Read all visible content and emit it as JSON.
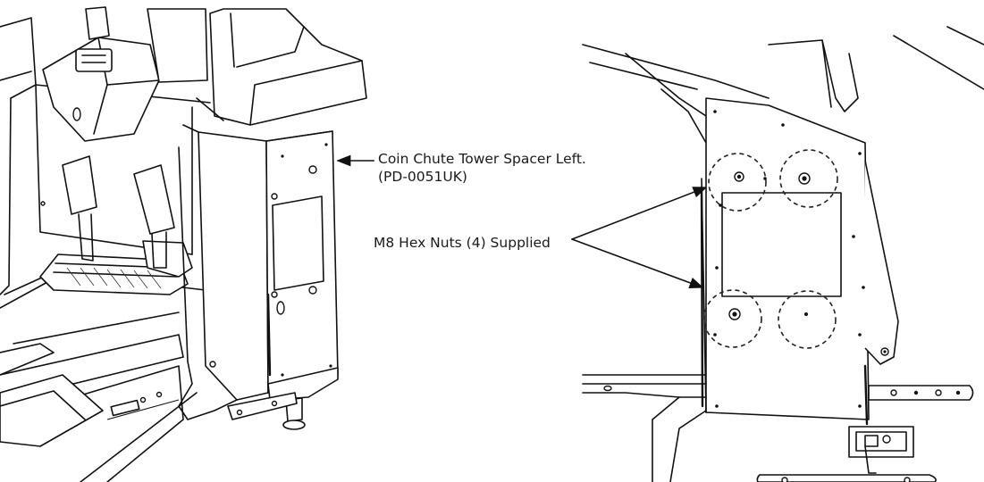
{
  "callouts": {
    "spacer_line1": "Coin Chute Tower Spacer Left.",
    "spacer_line2": "(PD-0051UK)",
    "nuts": "M8 Hex Nuts (4) Supplied"
  }
}
